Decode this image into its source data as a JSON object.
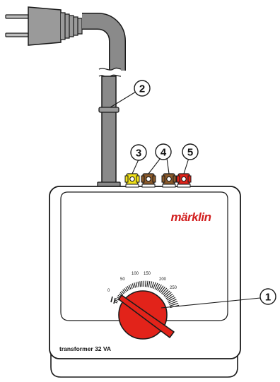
{
  "brand": {
    "logo_text": "märklin",
    "model_label": "transformer 32 VA"
  },
  "speed_dial": {
    "scale_labels": [
      "0",
      "50",
      "100",
      "150",
      "200",
      "250"
    ],
    "knob_position_fraction": 0.0
  },
  "terminals": [
    {
      "color_name": "yellow",
      "color": "#f2e21a"
    },
    {
      "color_name": "brown",
      "color": "#8b5a2b"
    },
    {
      "color_name": "brown",
      "color": "#8b5a2b"
    },
    {
      "color_name": "red",
      "color": "#e2231a"
    }
  ],
  "callouts": [
    {
      "number": "1",
      "refers_to": "speed-control-knob"
    },
    {
      "number": "2",
      "refers_to": "power-cord"
    },
    {
      "number": "3",
      "refers_to": "yellow-terminal"
    },
    {
      "number": "4",
      "refers_to": "brown-terminals"
    },
    {
      "number": "5",
      "refers_to": "red-terminal"
    }
  ],
  "colors": {
    "outline": "#1a1a1a",
    "cable_gray": "#8a8a8a",
    "plug_gray": "#9a9a9a",
    "knob_red": "#e2231a",
    "body_fill": "#ffffff"
  }
}
